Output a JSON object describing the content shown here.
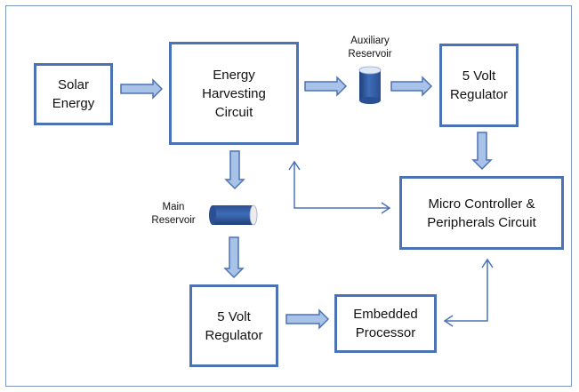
{
  "diagram": {
    "blocks": {
      "solar": "Solar\nEnergy",
      "harvesting": "Energy\nHarvesting\nCircuit",
      "regulator_top": "5 Volt\nRegulator",
      "micro": "Micro Controller &\nPeripherals Circuit",
      "regulator_bottom": "5 Volt\nRegulator",
      "processor": "Embedded\nProcessor"
    },
    "labels": {
      "aux_reservoir": "Auxiliary\nReservoir",
      "main_reservoir": "Main\nReservoir"
    },
    "colors": {
      "block_border": "#4a72b5",
      "arrow_fill": "#a9c3e8",
      "arrow_stroke": "#4a72b5",
      "frame": "#7d96c4"
    }
  }
}
